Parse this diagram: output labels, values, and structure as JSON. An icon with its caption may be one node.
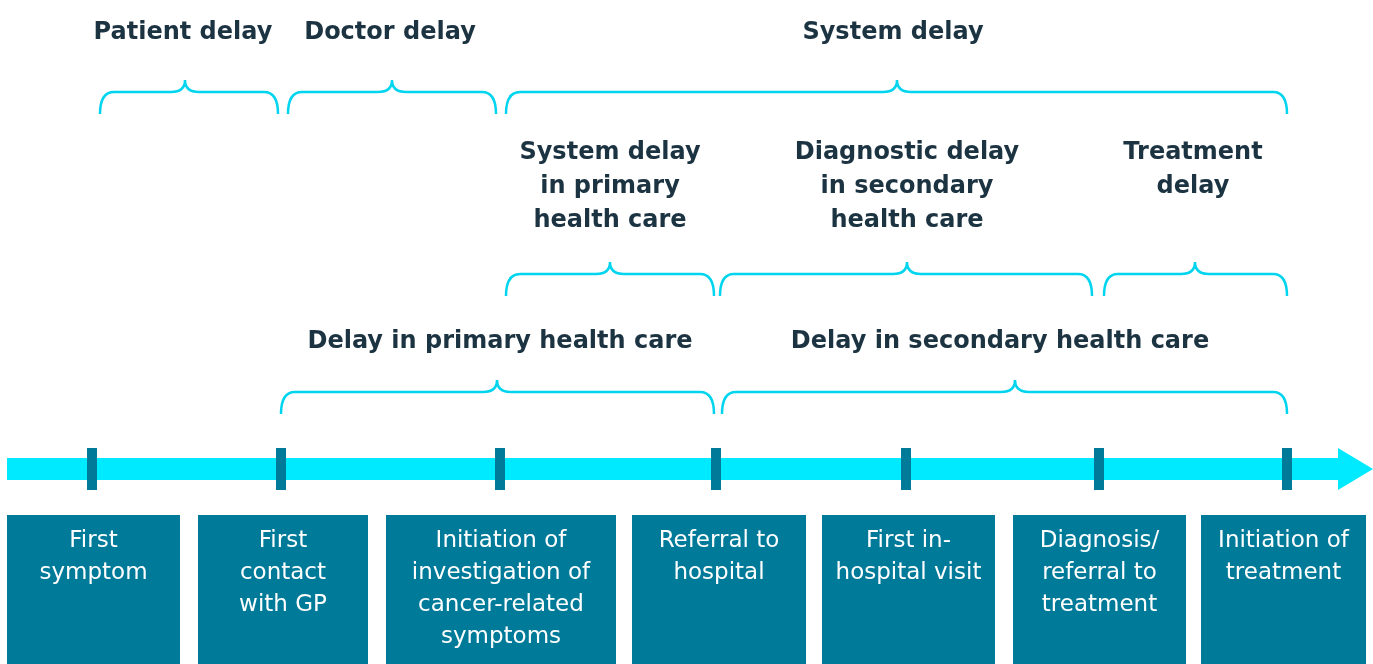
{
  "diagram": {
    "nodes": [
      {
        "text": [
          "First symptom"
        ]
      },
      {
        "text": [
          "First contact with GP"
        ]
      },
      {
        "text": [
          "Initiation of investigation of cancer-related symptoms"
        ]
      },
      {
        "text": [
          "Referral to hospital"
        ]
      },
      {
        "text": [
          "First in-hospital visit"
        ]
      },
      {
        "text": [
          "Diagnosis/ referral to treatment"
        ]
      },
      {
        "text": [
          "Initiation of treatment"
        ]
      }
    ],
    "edges": [],
    "labels": [
      "Patient delay",
      "Doctor delay",
      "System delay",
      "System delay in primary health care",
      "Diagnostic delay in secondary health care",
      "Treatment delay",
      "Delay in primary health care",
      "Delay in secondary health care"
    ]
  }
}
